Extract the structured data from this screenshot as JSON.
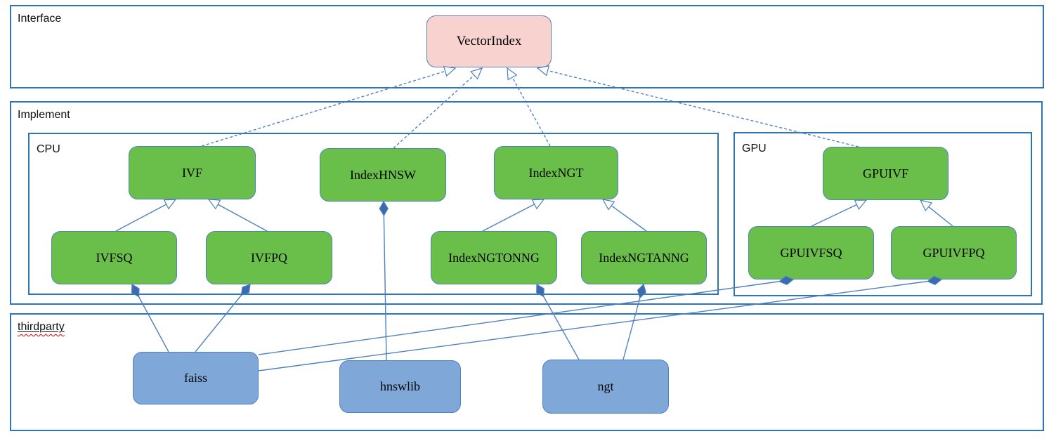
{
  "diagram": {
    "containers": {
      "interface": {
        "label": "Interface"
      },
      "implement": {
        "label": "Implement"
      },
      "cpu": {
        "label": "CPU"
      },
      "gpu": {
        "label": "GPU"
      },
      "thirdparty": {
        "label": "thirdparty"
      }
    },
    "nodes": {
      "vectorindex": {
        "label": "VectorIndex",
        "kind": "interface"
      },
      "ivf": {
        "label": "IVF",
        "kind": "implementation"
      },
      "indexhnsw": {
        "label": "IndexHNSW",
        "kind": "implementation"
      },
      "indexngt": {
        "label": "IndexNGT",
        "kind": "implementation"
      },
      "ivfsq": {
        "label": "IVFSQ",
        "kind": "implementation"
      },
      "ivfpq": {
        "label": "IVFPQ",
        "kind": "implementation"
      },
      "indexngtonng": {
        "label": "IndexNGTONNG",
        "kind": "implementation"
      },
      "indexngtanng": {
        "label": "IndexNGTANNG",
        "kind": "implementation"
      },
      "gpuivf": {
        "label": "GPUIVF",
        "kind": "implementation"
      },
      "gpuivfsq": {
        "label": "GPUIVFSQ",
        "kind": "implementation"
      },
      "gpuivfpq": {
        "label": "GPUIVFPQ",
        "kind": "implementation"
      },
      "faiss": {
        "label": "faiss",
        "kind": "thirdparty"
      },
      "hnswlib": {
        "label": "hnswlib",
        "kind": "thirdparty"
      },
      "ngt": {
        "label": "ngt",
        "kind": "thirdparty"
      }
    },
    "edges": [
      {
        "from": "IVF",
        "to": "VectorIndex",
        "type": "realization"
      },
      {
        "from": "IndexHNSW",
        "to": "VectorIndex",
        "type": "realization"
      },
      {
        "from": "IndexNGT",
        "to": "VectorIndex",
        "type": "realization"
      },
      {
        "from": "GPUIVF",
        "to": "VectorIndex",
        "type": "realization"
      },
      {
        "from": "IVFSQ",
        "to": "IVF",
        "type": "inheritance"
      },
      {
        "from": "IVFPQ",
        "to": "IVF",
        "type": "inheritance"
      },
      {
        "from": "IndexNGTONNG",
        "to": "IndexNGT",
        "type": "inheritance"
      },
      {
        "from": "IndexNGTANNG",
        "to": "IndexNGT",
        "type": "inheritance"
      },
      {
        "from": "GPUIVFSQ",
        "to": "GPUIVF",
        "type": "inheritance"
      },
      {
        "from": "GPUIVFPQ",
        "to": "GPUIVF",
        "type": "inheritance"
      },
      {
        "from": "hnswlib",
        "to": "IndexHNSW",
        "type": "composition"
      },
      {
        "from": "faiss",
        "to": "IVFSQ",
        "type": "composition"
      },
      {
        "from": "faiss",
        "to": "IVFPQ",
        "type": "composition"
      },
      {
        "from": "faiss",
        "to": "GPUIVFSQ",
        "type": "composition"
      },
      {
        "from": "faiss",
        "to": "GPUIVFPQ",
        "type": "composition"
      },
      {
        "from": "ngt",
        "to": "IndexNGTONNG",
        "type": "composition"
      },
      {
        "from": "ngt",
        "to": "IndexNGTANNG",
        "type": "composition"
      }
    ],
    "colors": {
      "container_border": "#2e75b6",
      "interface_fill": "#f8d2cf",
      "implementation_fill": "#6abf4a",
      "thirdparty_fill": "#7fa8d9",
      "node_border": "#4f81bd",
      "edge": "#4f81bd",
      "diamond_fill": "#3a6bb0",
      "arrowhead_fill": "#ffffff",
      "spellcheck": "#e00000"
    }
  }
}
